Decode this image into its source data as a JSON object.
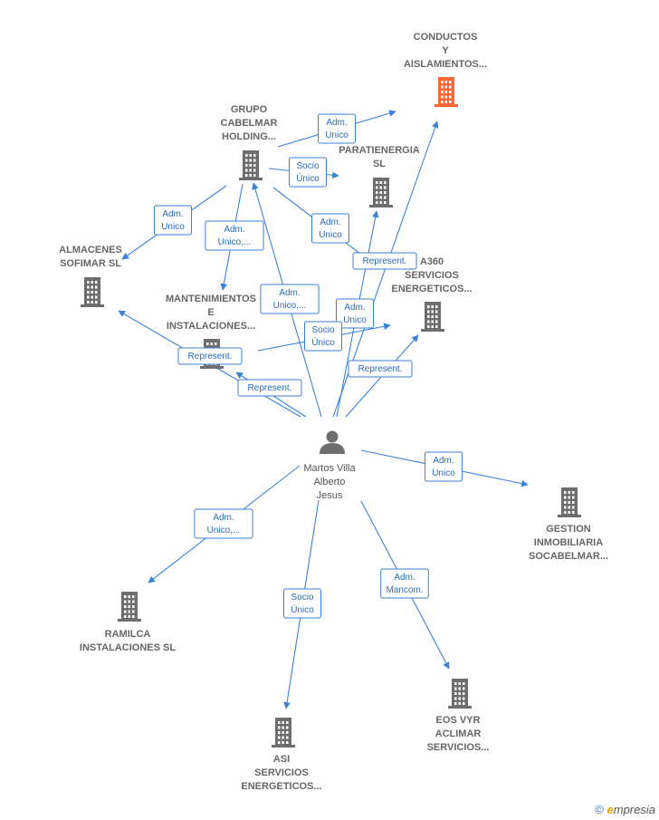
{
  "colors": {
    "accent": "#ff6633",
    "node": "#6e6e6e",
    "edge": "#3b82d9",
    "label_text": "#2a6bc2"
  },
  "footer": {
    "copyright_symbol": "©",
    "brand_e": "e",
    "brand_rest": "mpresia"
  },
  "person": {
    "lines": [
      "Martos Villa",
      "Alberto",
      "Jesus"
    ],
    "icon": "person-icon"
  },
  "nodes": [
    {
      "id": "conductos",
      "icon": "building-icon",
      "highlight": true,
      "lines": [
        "CONDUCTOS",
        "Y",
        "AISLAMIENTOS..."
      ]
    },
    {
      "id": "grupo",
      "icon": "building-icon",
      "highlight": false,
      "lines": [
        "GRUPO",
        "CABELMAR",
        "HOLDING..."
      ]
    },
    {
      "id": "paratienergia",
      "icon": "building-icon",
      "highlight": false,
      "lines": [
        "PARATIENERGIA",
        "SL"
      ]
    },
    {
      "id": "almacenes",
      "icon": "building-icon",
      "highlight": false,
      "lines": [
        "ALMACENES",
        "SOFIMAR  SL"
      ]
    },
    {
      "id": "a360",
      "icon": "building-icon",
      "highlight": false,
      "lines": [
        "A360",
        "SERVICIOS",
        "ENERGETICOS..."
      ]
    },
    {
      "id": "mantenimientos",
      "icon": "building-icon",
      "highlight": false,
      "lines": [
        "MANTENIMIENTOS",
        "E",
        "INSTALACIONES..."
      ]
    },
    {
      "id": "gestion",
      "icon": "building-icon",
      "highlight": false,
      "lines": [
        "GESTION",
        "INMOBILIARIA",
        "SOCABELMAR..."
      ]
    },
    {
      "id": "ramilca",
      "icon": "building-icon",
      "highlight": false,
      "lines": [
        "RAMILCA",
        "INSTALACIONES SL"
      ]
    },
    {
      "id": "asi",
      "icon": "building-icon",
      "highlight": false,
      "lines": [
        "ASI",
        "SERVICIOS",
        "ENERGETICOS..."
      ]
    },
    {
      "id": "eos",
      "icon": "building-icon",
      "highlight": false,
      "lines": [
        "EOS VYR",
        "ACLIMAR",
        "SERVICIOS..."
      ]
    }
  ],
  "edges": [
    {
      "id": "grupo-conductos",
      "lines": [
        "Adm.",
        "Unico"
      ]
    },
    {
      "id": "grupo-paratienergia",
      "lines": [
        "Socio",
        "Único"
      ]
    },
    {
      "id": "grupo-almacenes",
      "lines": [
        "Adm.",
        "Unico"
      ]
    },
    {
      "id": "grupo-mantenimientos",
      "lines": [
        "Adm.",
        "Unico,..."
      ]
    },
    {
      "id": "grupo-a360",
      "lines": [
        "Adm.",
        "Unico"
      ]
    },
    {
      "id": "person-grupo",
      "lines": [
        "Adm.",
        "Unico,..."
      ]
    },
    {
      "id": "person-conductos",
      "lines": [
        "Represent."
      ]
    },
    {
      "id": "person-paratienergia",
      "lines": [
        "Adm.",
        "Unico"
      ]
    },
    {
      "id": "mant-a360",
      "lines": [
        "Socio",
        "Único"
      ]
    },
    {
      "id": "person-a360",
      "lines": [
        "Represent."
      ]
    },
    {
      "id": "person-almacenes",
      "lines": [
        "Represent."
      ]
    },
    {
      "id": "person-mantenimientos",
      "lines": [
        "Represent."
      ]
    },
    {
      "id": "person-gestion",
      "lines": [
        "Adm.",
        "Unico"
      ]
    },
    {
      "id": "person-ramilca",
      "lines": [
        "Adm.",
        "Unico,..."
      ]
    },
    {
      "id": "person-asi",
      "lines": [
        "Socio",
        "Único"
      ]
    },
    {
      "id": "person-eos",
      "lines": [
        "Adm.",
        "Mancom."
      ]
    }
  ]
}
